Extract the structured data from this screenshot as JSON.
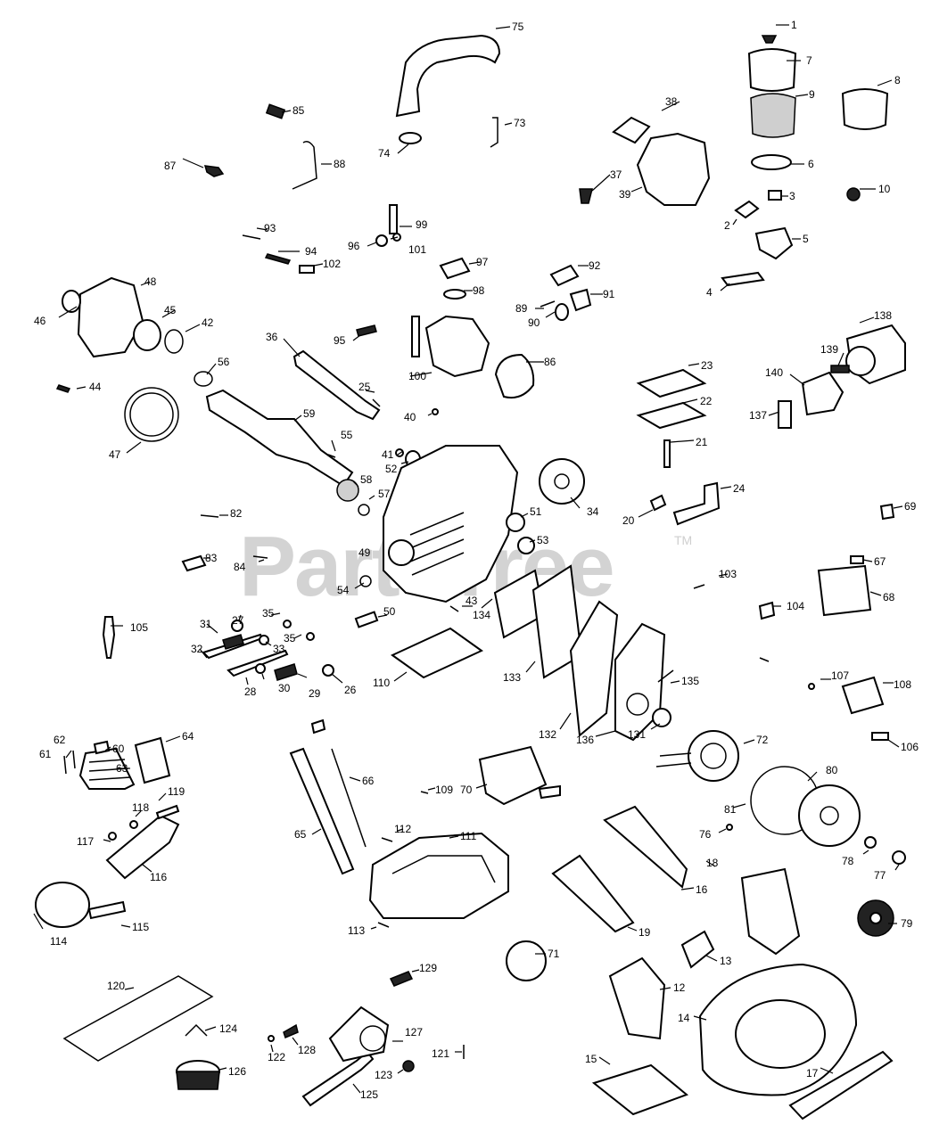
{
  "watermark": {
    "text": "PartsTree",
    "trademark": "TM"
  },
  "callouts": [
    "1",
    "2",
    "3",
    "4",
    "5",
    "6",
    "7",
    "8",
    "9",
    "10",
    "12",
    "13",
    "14",
    "15",
    "16",
    "17",
    "18",
    "19",
    "20",
    "21",
    "22",
    "23",
    "24",
    "25",
    "26",
    "27",
    "28",
    "29",
    "30",
    "31",
    "32",
    "33",
    "34",
    "35",
    "35",
    "36",
    "37",
    "38",
    "39",
    "40",
    "41",
    "42",
    "43",
    "44",
    "45",
    "46",
    "47",
    "48",
    "49",
    "50",
    "51",
    "52",
    "53",
    "54",
    "55",
    "56",
    "57",
    "58",
    "59",
    "60",
    "61",
    "62",
    "63",
    "64",
    "65",
    "66",
    "67",
    "68",
    "69",
    "70",
    "71",
    "72",
    "73",
    "74",
    "75",
    "76",
    "77",
    "78",
    "79",
    "80",
    "81",
    "82",
    "83",
    "84",
    "85",
    "86",
    "87",
    "88",
    "89",
    "90",
    "91",
    "92",
    "93",
    "94",
    "95",
    "96",
    "97",
    "98",
    "99",
    "100",
    "101",
    "102",
    "103",
    "104",
    "105",
    "106",
    "107",
    "108",
    "109",
    "110",
    "111",
    "112",
    "113",
    "114",
    "115",
    "116",
    "117",
    "118",
    "119",
    "120",
    "121",
    "122",
    "123",
    "124",
    "125",
    "126",
    "127",
    "128",
    "129",
    "131",
    "132",
    "133",
    "134",
    "135",
    "136",
    "137",
    "138",
    "139",
    "140"
  ]
}
